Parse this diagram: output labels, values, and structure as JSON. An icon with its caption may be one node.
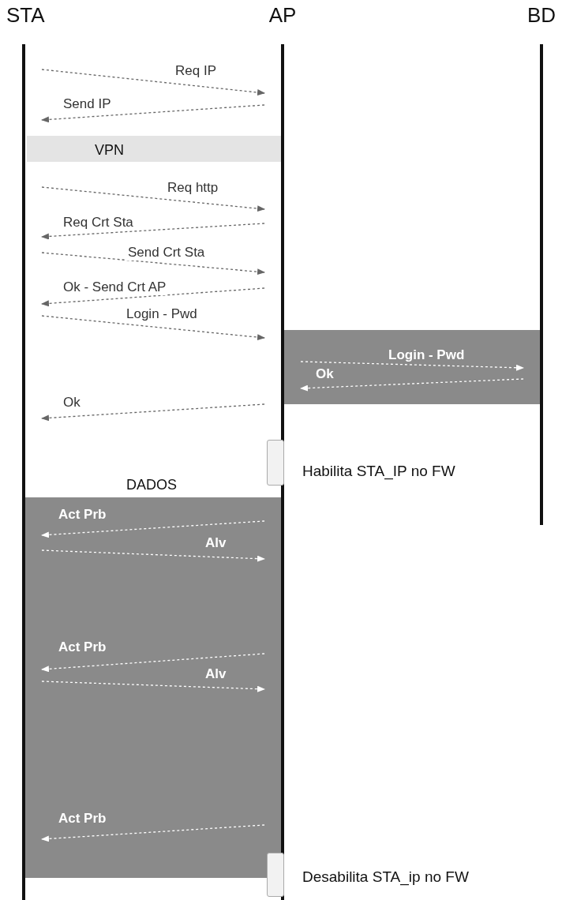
{
  "diagram": {
    "nodes": [
      {
        "text": [
          "STA"
        ]
      },
      {
        "text": [
          "AP"
        ]
      },
      {
        "text": [
          "BD"
        ]
      },
      {
        "text": [],
        "shape": "box",
        "beside": [
          "Habilita STA_IP no FW"
        ]
      },
      {
        "text": [],
        "shape": "box",
        "beside": [
          "Desabilita STA_ip no FW"
        ]
      }
    ],
    "edges": [
      {
        "from": 0,
        "to": 1,
        "arrow": "to",
        "label": "Req IP"
      },
      {
        "from": 1,
        "to": 0,
        "arrow": "to",
        "label": "Send IP"
      },
      {
        "from": 0,
        "to": 1,
        "arrow": "to",
        "label": "Req http"
      },
      {
        "from": 1,
        "to": 0,
        "arrow": "to",
        "label": "Req Crt Sta"
      },
      {
        "from": 0,
        "to": 1,
        "arrow": "to",
        "label": "Send Crt Sta"
      },
      {
        "from": 1,
        "to": 0,
        "arrow": "to",
        "label": "Ok - Send Crt AP"
      },
      {
        "from": 0,
        "to": 1,
        "arrow": "to",
        "label": "Login - Pwd"
      },
      {
        "from": 1,
        "to": 2,
        "arrow": "to",
        "label": "Login - Pwd",
        "color": "#ffffff"
      },
      {
        "from": 2,
        "to": 1,
        "arrow": "to",
        "label": "Ok",
        "color": "#ffffff"
      },
      {
        "from": 1,
        "to": 0,
        "arrow": "to",
        "label": "Ok"
      },
      {
        "from": 1,
        "to": 0,
        "arrow": "to",
        "label": "Act Prb",
        "color": "#ffffff"
      },
      {
        "from": 0,
        "to": 1,
        "arrow": "to",
        "label": "Alv",
        "color": "#ffffff"
      },
      {
        "from": 1,
        "to": 0,
        "arrow": "to",
        "label": "Act Prb",
        "color": "#ffffff"
      },
      {
        "from": 0,
        "to": 1,
        "arrow": "to",
        "label": "Alv",
        "color": "#ffffff"
      },
      {
        "from": 1,
        "to": 0,
        "arrow": "to",
        "label": "Act Prb",
        "color": "#ffffff"
      }
    ],
    "labels": [
      "VPN",
      "DADOS"
    ]
  }
}
